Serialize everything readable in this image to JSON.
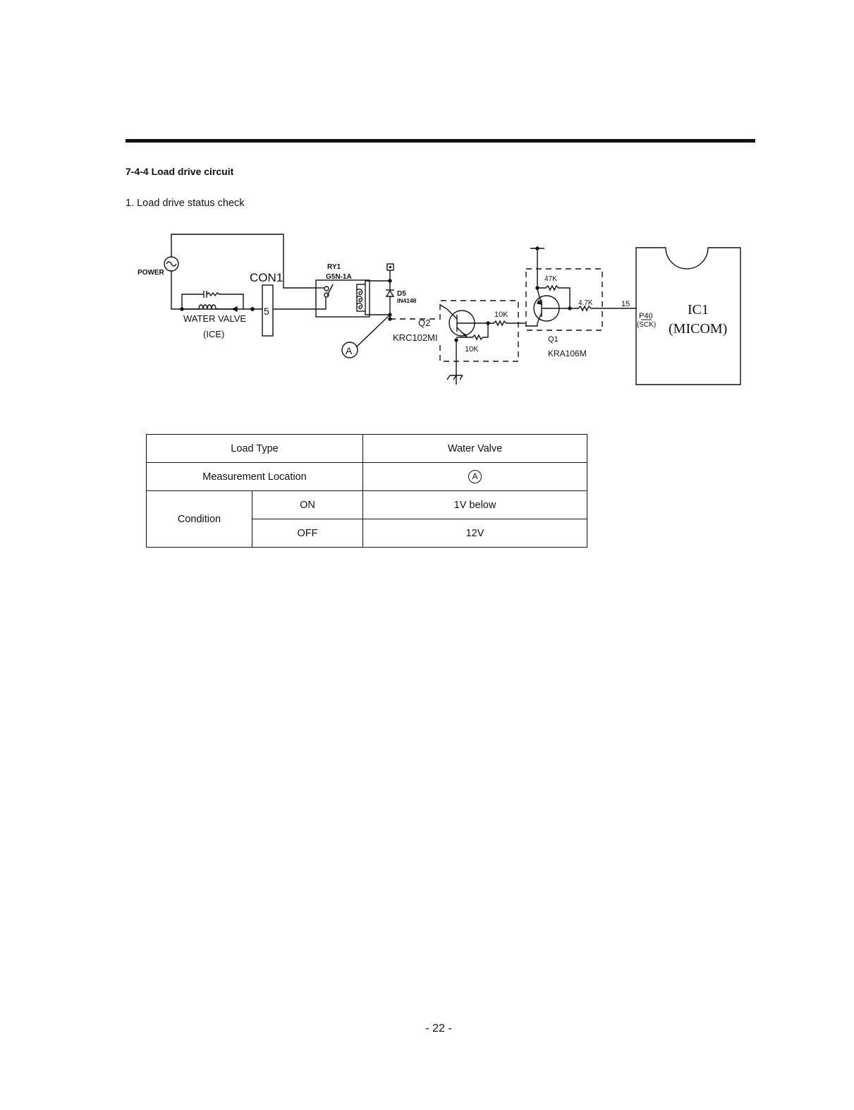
{
  "section": {
    "title": "7-4-4  Load drive circuit",
    "subtitle": "1. Load drive status check"
  },
  "diagram": {
    "labels": {
      "power": "POWER",
      "water_valve": "WATER  VALVE",
      "ice": "(ICE)",
      "con1": "CON1",
      "con1_pin": "5",
      "ry1": "RY1",
      "ry1_part": "G5N-1A",
      "d5": "D5",
      "d5_part": "IN4148",
      "q2": "Q2",
      "q2_part": "KRC102MI",
      "r_q2_base": "10K",
      "r_q2_bias": "10K",
      "q1": "Q1",
      "q1_part": "KRA106M",
      "r_q1_bias": "47K",
      "r_q1_base": "4.7K",
      "pin_number": "15",
      "port": "P40",
      "port_function": "(SCK)",
      "ic_name": "IC1",
      "ic_type": "(MICOM)",
      "point_a": "A"
    }
  },
  "table": {
    "load_type_label": "Load Type",
    "load_type_value": "Water Valve",
    "measurement_label": "Measurement Location",
    "measurement_value": "A",
    "condition_label": "Condition",
    "on_label": "ON",
    "on_value": "1V below",
    "off_label": "OFF",
    "off_value": "12V"
  },
  "page_number": "- 22 -"
}
